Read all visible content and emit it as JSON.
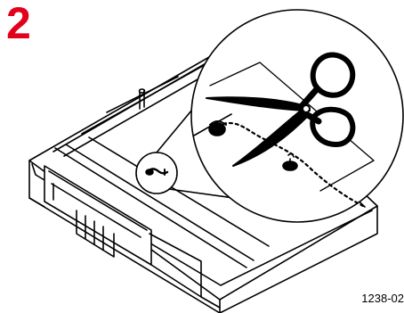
{
  "step": {
    "number": "2"
  },
  "figure": {
    "code": "1238-02"
  },
  "colors": {
    "step_number": "#e3001b",
    "line": "#000000",
    "paper": "#ffffff"
  },
  "icons": {
    "scissors": "scissors-icon",
    "tray": "media-tray-icon",
    "magnifier": "detail-callout-circle"
  }
}
